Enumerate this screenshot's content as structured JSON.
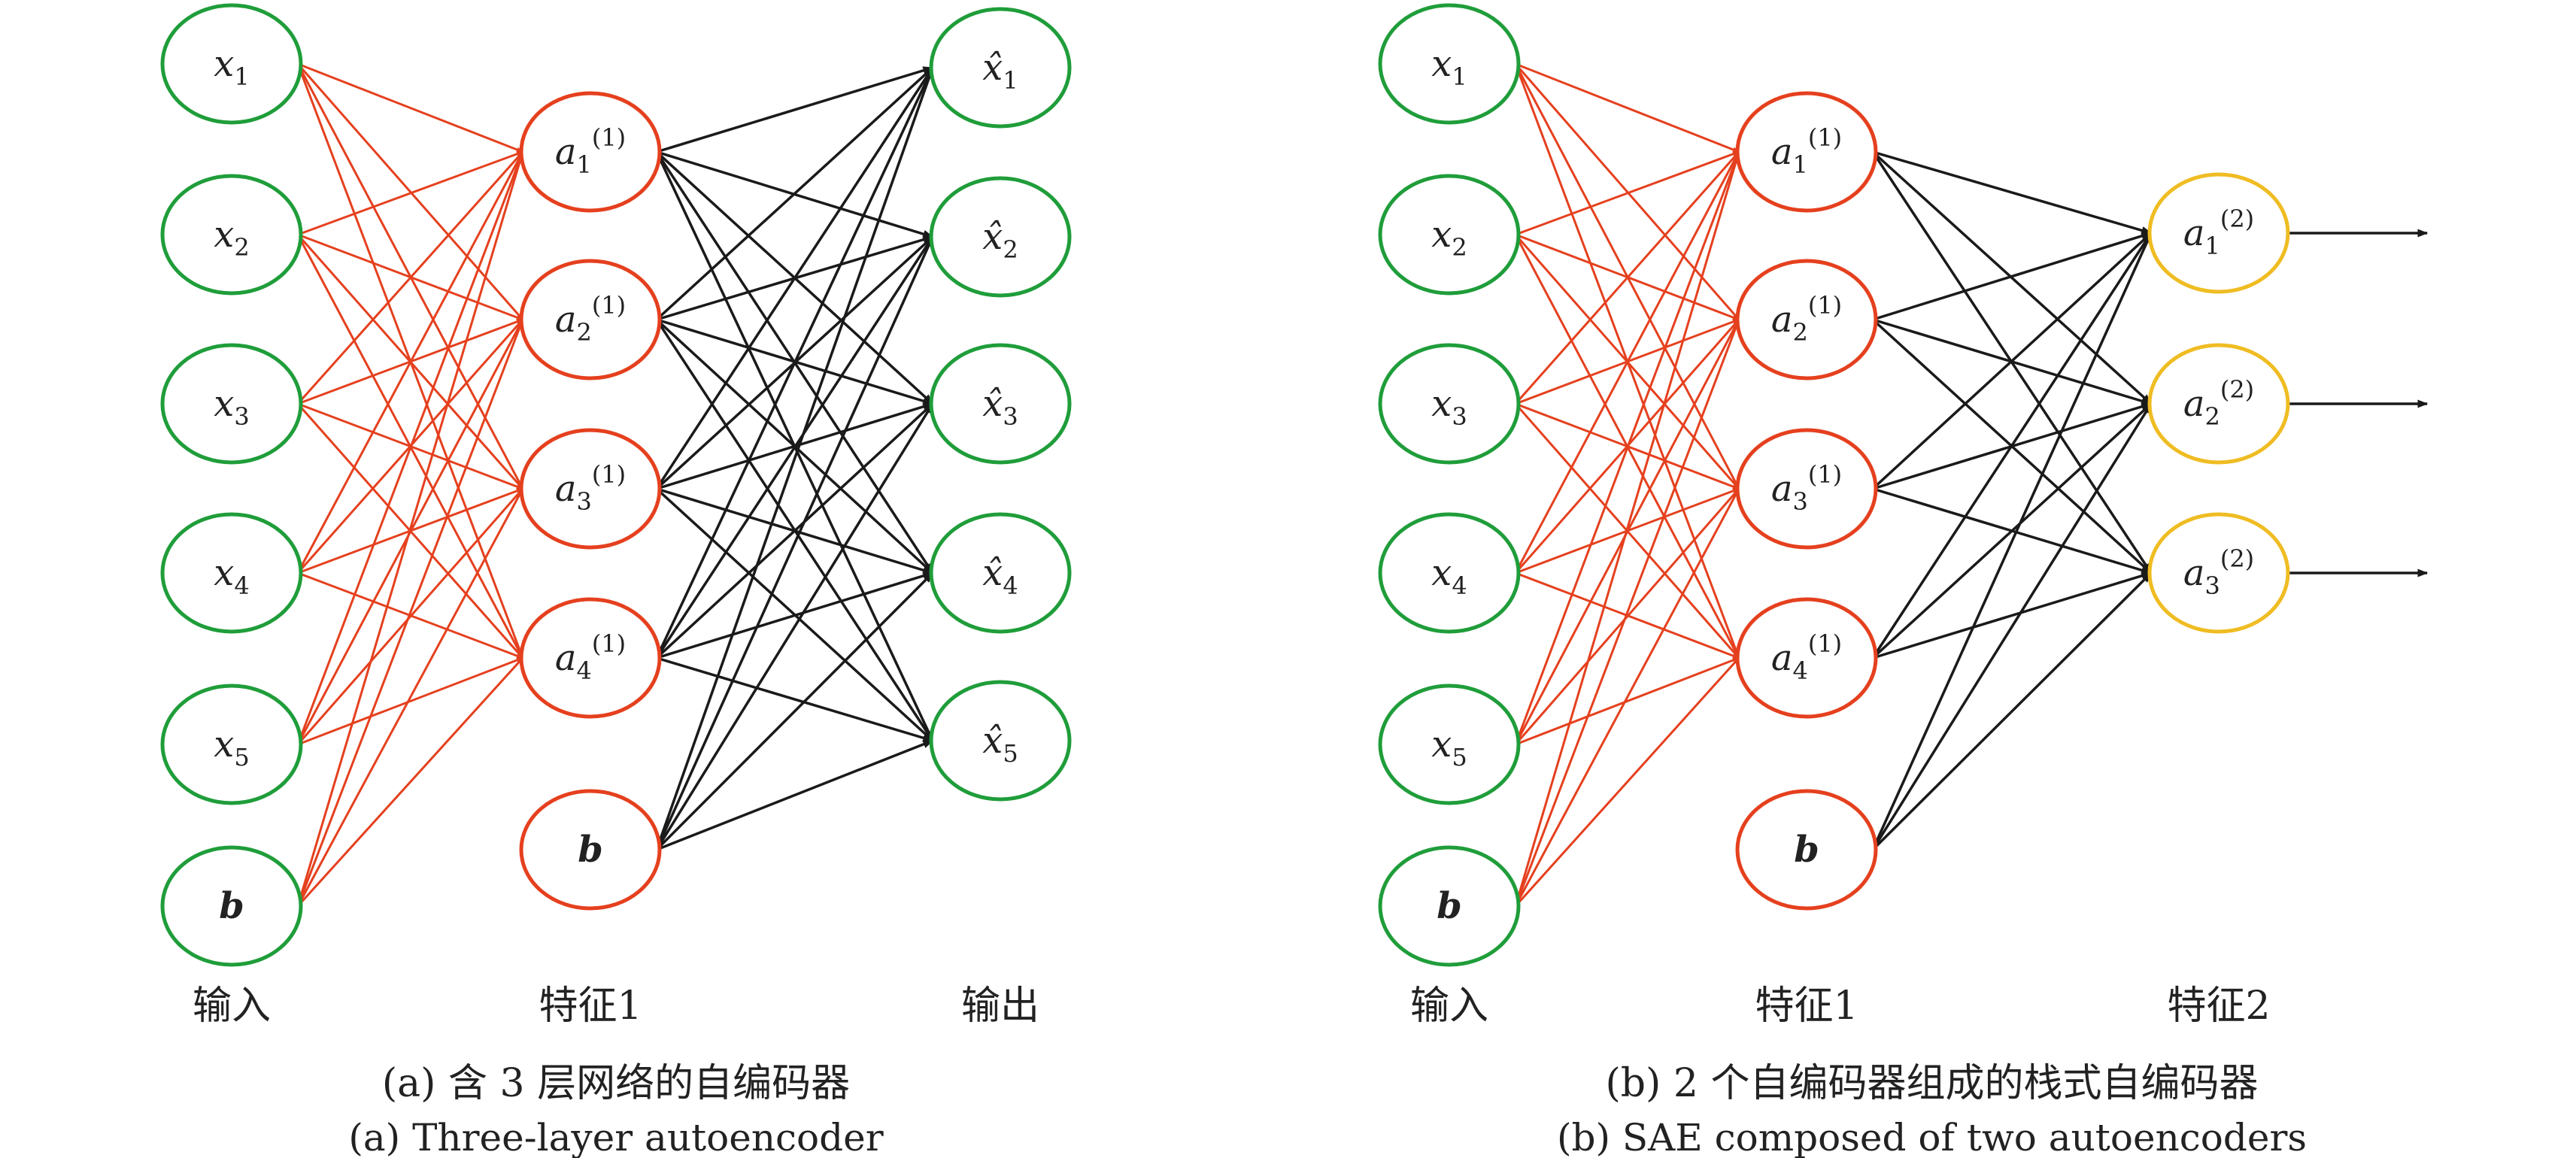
{
  "colors": {
    "input": "#1f9d3a",
    "hidden": "#e5401e",
    "feature2": "#efbc22",
    "output": "#1f9d3a",
    "edge_in": "#e5401e",
    "edge_out": "#1a1a1a",
    "text": "#222222"
  },
  "panels": [
    {
      "id": "a",
      "inputs": [
        "x1",
        "x2",
        "x3",
        "x4",
        "x5"
      ],
      "input_bias": "b",
      "hidden": [
        "a1(1)",
        "a2(1)",
        "a3(1)",
        "a4(1)"
      ],
      "hidden_bias": "b",
      "outputs": [
        "x̂1",
        "x̂2",
        "x̂3",
        "x̂4",
        "x̂5"
      ],
      "layer_labels": [
        "输入",
        "特征1",
        "输出"
      ],
      "caption_cn": "(a) 含 3 层网络的自编码器",
      "caption_en": "(a) Three-layer autoencoder"
    },
    {
      "id": "b",
      "inputs": [
        "x1",
        "x2",
        "x3",
        "x4",
        "x5"
      ],
      "input_bias": "b",
      "hidden": [
        "a1(1)",
        "a2(1)",
        "a3(1)",
        "a4(1)"
      ],
      "hidden_bias": "b",
      "outputs": [
        "a1(2)",
        "a2(2)",
        "a3(2)"
      ],
      "layer_labels": [
        "输入",
        "特征1",
        "特征2"
      ],
      "caption_cn": "(b) 2 个自编码器组成的栈式自编码器",
      "caption_en": "(b) SAE composed of two autoencoders"
    }
  ]
}
